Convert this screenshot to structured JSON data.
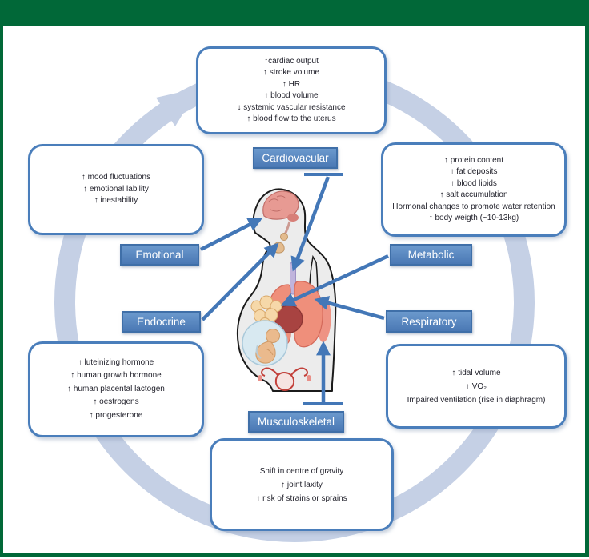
{
  "colors": {
    "frame_green": "#016838",
    "accent_blue": "#4f81bd",
    "box_border": "#4a7ebb",
    "arrow_blue": "#4377b7",
    "cycle_ring": "#c5d0e5",
    "text": "#23232d"
  },
  "labels": {
    "cardiovascular": "Cardiovacular",
    "metabolic": "Metabolic",
    "respiratory": "Respiratory",
    "musculoskeletal": "Musculoskeletal",
    "endocrine": "Endocrine",
    "emotional": "Emotional"
  },
  "callouts": {
    "cardiovascular": [
      "↑cardiac output",
      "↑ stroke volume",
      "↑ HR",
      "↑ blood volume",
      "↓ systemic vascular resistance",
      "↑ blood flow to the uterus"
    ],
    "metabolic": [
      "↑ protein content",
      "↑ fat deposits",
      "↑ blood lipids",
      "↑ salt accumulation",
      "Hormonal changes to promote water retention",
      "↑ body weigth (~10-13kg)"
    ],
    "respiratory": [
      "↑ tidal volume",
      "↑ VO₂",
      "Impaired ventilation (rise in diaphragm)"
    ],
    "musculoskeletal": [
      "Shift in centre of gravity",
      "↑ joint laxity",
      "↑ risk of strains or sprains"
    ],
    "emotional": [
      "↑ mood fluctuations",
      "↑ emotional lability",
      "↑ inestability"
    ],
    "endocrine": [
      "↑ luteinizing hormone",
      "↑ human growth hormone",
      "↑ human placental lactogen",
      "↑ oestrogens",
      "↑ progesterone"
    ]
  },
  "figure": {
    "name": "pregnant-woman-anatomy-illustration"
  }
}
